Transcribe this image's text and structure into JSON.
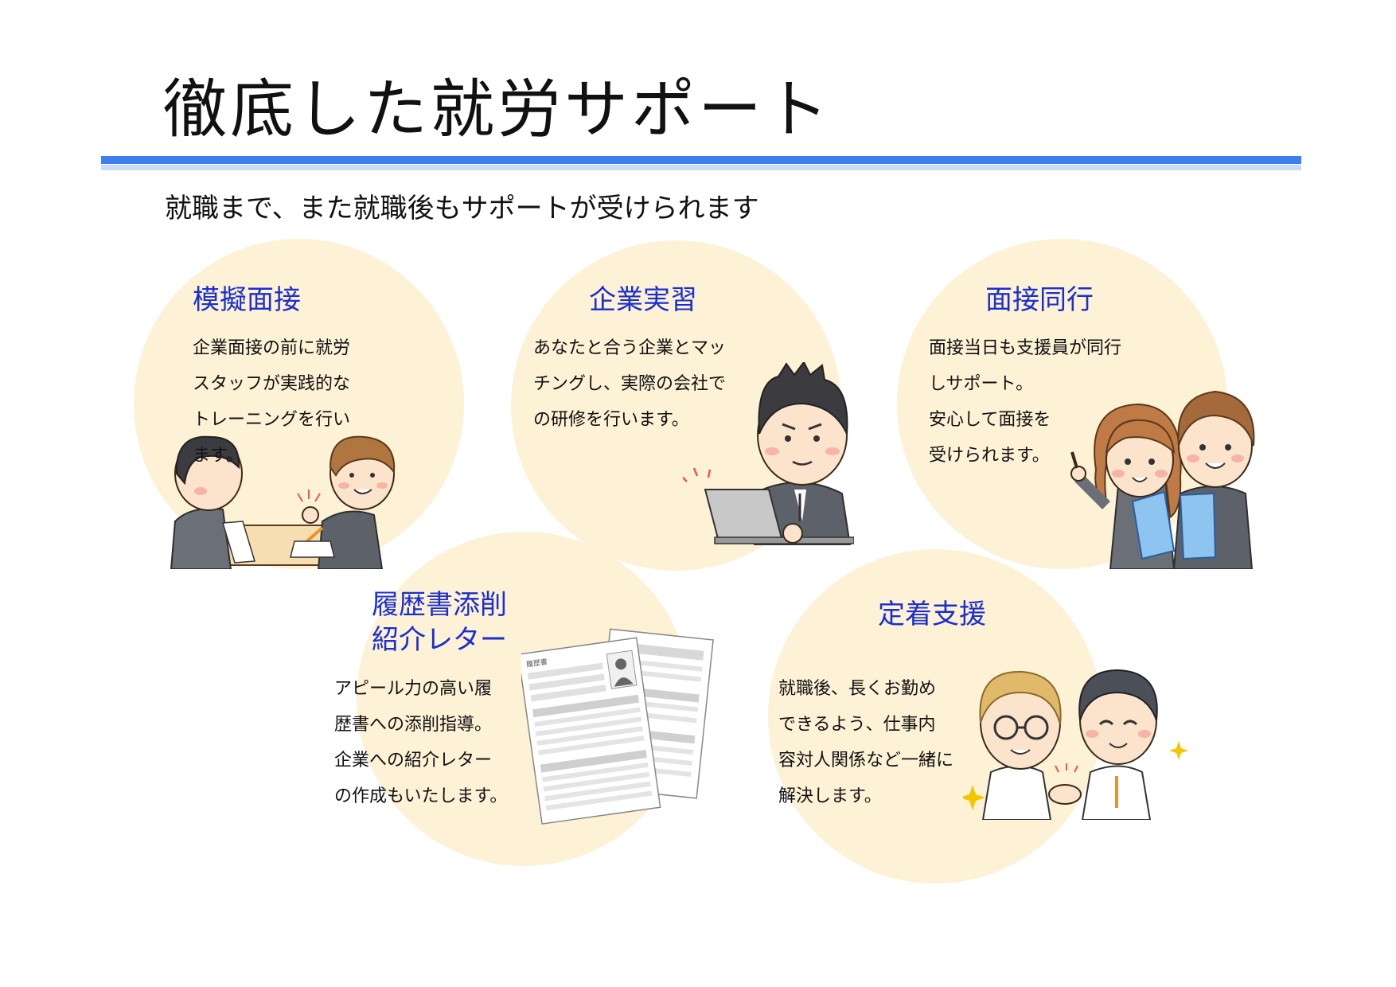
{
  "title": "徹底した就労サポート",
  "subtitle": "就職まで、また就職後もサポートが受けられます",
  "cards": [
    {
      "heading": "模擬面接",
      "lines": [
        "企業面接の前に就労",
        "スタッフが実践的な",
        "トレーニングを行い",
        "ます。"
      ]
    },
    {
      "heading": "企業実習",
      "lines": [
        "あなたと合う企業とマッ",
        "チングし、実際の会社で",
        "の研修を行います。"
      ]
    },
    {
      "heading": "面接同行",
      "lines": [
        "面接当日も支援員が同行",
        "しサポート。",
        "安心して面接を",
        "受けられます。"
      ]
    },
    {
      "heading_lines": [
        "履歴書添削",
        "紹介レター"
      ],
      "lines": [
        "アピール力の高い履",
        "歴書への添削指導。",
        "企業への紹介レター",
        "の作成もいたします。"
      ]
    },
    {
      "heading": "定着支援",
      "lines": [
        "就職後、長くお勤め",
        "できるよう、仕事内",
        "容対人関係など一緒に",
        "解決します。"
      ]
    }
  ],
  "resume_doc_label": "履歴書",
  "colors": {
    "accent_blue": "#3d7ff0",
    "accent_blue_light": "#c8dcf7",
    "heading_blue": "#1a2fd0",
    "circle_fill": "#fdf1d6"
  }
}
